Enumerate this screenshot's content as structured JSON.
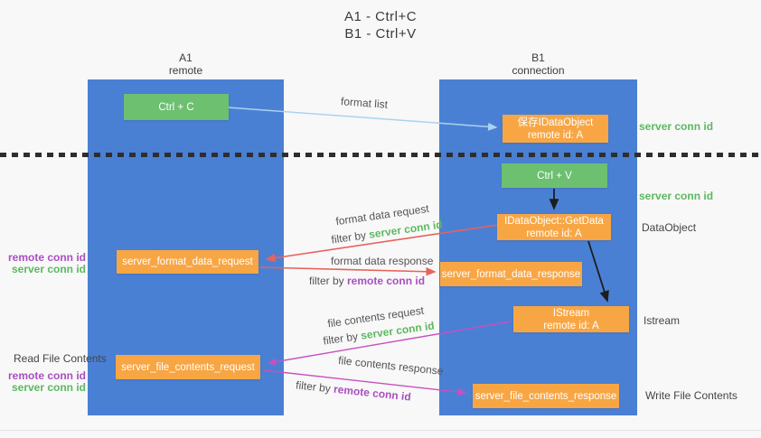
{
  "title": {
    "line1": "A1 - Ctrl+C",
    "line2": "B1 - Ctrl+V"
  },
  "lanes": {
    "a1": {
      "name": "A1",
      "subtitle": "remote"
    },
    "b1": {
      "name": "B1",
      "subtitle": "connection"
    }
  },
  "nodes": {
    "ctrl_c": {
      "label": "Ctrl + C"
    },
    "ctrl_v": {
      "label": "Ctrl + V"
    },
    "save_idataobject": {
      "line1": "保存IDataObject",
      "line2": "remote id: A"
    },
    "getdata": {
      "line1": "IDataObject::GetData",
      "line2": "remote id: A"
    },
    "istream": {
      "line1": "IStream",
      "line2": "remote id: A"
    },
    "format_request": {
      "label": "server_format_data_request"
    },
    "format_response": {
      "label": "server_format_data_response"
    },
    "file_request": {
      "label": "server_file_contents_request"
    },
    "file_response": {
      "label": "server_file_contents_response"
    }
  },
  "arrow_labels": {
    "format_list": "format list",
    "format_data_request": "format data request",
    "format_data_response": "format data response",
    "file_contents_request": "file contents request",
    "file_contents_response": "file contents response",
    "filter_by": "filter by ",
    "server_conn_id": "server conn id",
    "remote_conn_id": "remote conn id"
  },
  "side_labels": {
    "server_conn_id_top": "server conn id",
    "server_conn_id_mid": "server conn id",
    "dataobject": "DataObject",
    "istream": "Istream",
    "write_file_contents": "Write File Contents",
    "read_file_contents": "Read File Contents",
    "remote_conn_id": "remote conn id",
    "server_conn_id": "server conn id"
  },
  "colors": {
    "lane_blue": "#4a80d4",
    "node_green": "#6cc070",
    "node_orange": "#f8a644",
    "green_text": "#5cb860",
    "purple_text": "#a94fc0",
    "red_arrow": "#e8625a",
    "magenta_arrow": "#c750c0",
    "light_blue_arrow": "#a9d3ee",
    "black_arrow": "#1d1d1d"
  }
}
